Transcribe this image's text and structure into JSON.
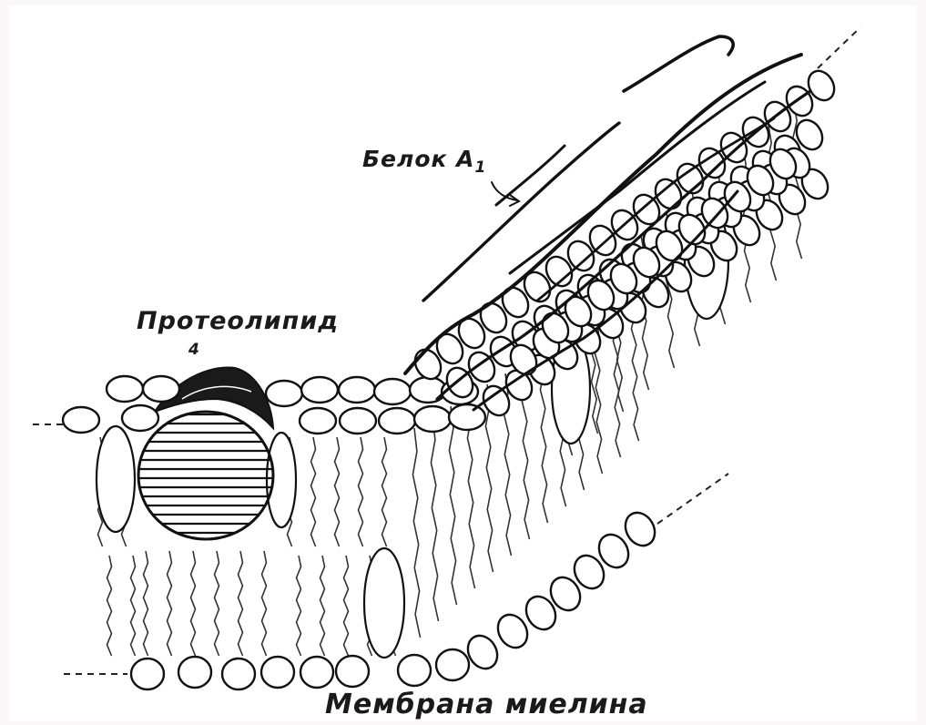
{
  "labels": {
    "protein": "Белок А",
    "protein_sub": "1",
    "proteolipid": "Протеолипид",
    "proteolipid_sub": "4",
    "membrane": "Мембрана миелина"
  },
  "colors": {
    "ink": "#111111",
    "background": "#ffffff",
    "frame": "#fbf7f8"
  }
}
